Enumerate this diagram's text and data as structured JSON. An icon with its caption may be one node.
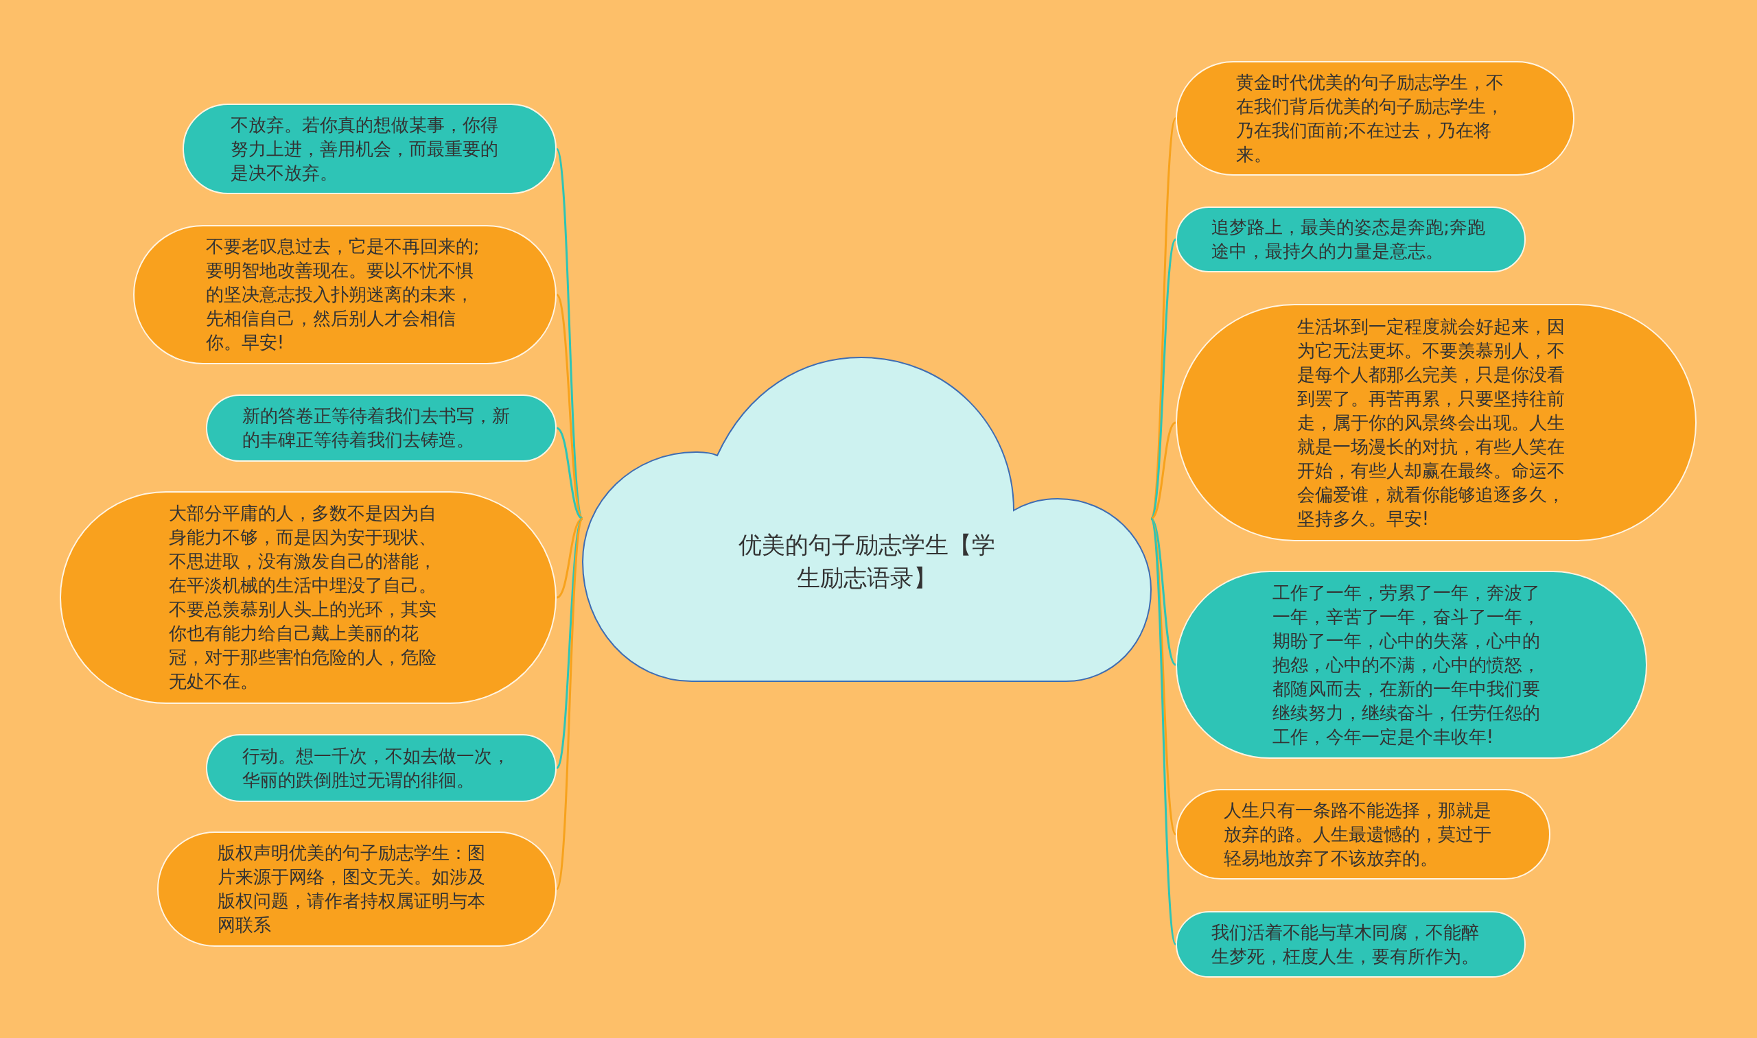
{
  "diagram": {
    "nodes": [
      {
        "text": [
          "优美的句子励志学生【学生励志语录】"
        ]
      },
      {
        "text": [
          "不放弃。若你真的想做某事，你得努力上进，善用机会，而最重要的是决不放弃。"
        ]
      },
      {
        "text": [
          "不要老叹息过去，它是不再回来的;要明智地改善现在。要以不忧不惧的坚决意志投入扑朔迷离的未来，先相信自己，然后别人才会相信你。早安!"
        ]
      },
      {
        "text": [
          "新的答卷正等待着我们去书写，新的丰碑正等待着我们去铸造。"
        ]
      },
      {
        "text": [
          "大部分平庸的人，多数不是因为自身能力不够，而是因为安于现状、不思进取，没有激发自己的潜能，在平淡机械的生活中埋没了自己。不要总羡慕别人头上的光环，其实你也有能力给自己戴上美丽的花冠，对于那些害怕危险的人，危险无处不在。"
        ]
      },
      {
        "text": [
          "行动。想一千次，不如去做一次，华丽的跌倒胜过无谓的徘徊。"
        ]
      },
      {
        "text": [
          "版权声明优美的句子励志学生：图片来源于网络，图文无关。如涉及版权问题，请作者持权属证明与本网联系"
        ]
      },
      {
        "text": [
          "黄金时代优美的句子励志学生，不在我们背后优美的句子励志学生，乃在我们面前;不在过去，乃在将来。"
        ]
      },
      {
        "text": [
          "追梦路上，最美的姿态是奔跑;奔跑途中，最持久的力量是意志。"
        ]
      },
      {
        "text": [
          "生活坏到一定程度就会好起来，因为它无法更坏。不要羡慕别人，不是每个人都那么完美，只是你没看到罢了。再苦再累，只要坚持往前走，属于你的风景终会出现。人生就是一场漫长的对抗，有些人笑在开始，有些人却赢在最终。命运不会偏爱谁，就看你能够追逐多久，坚持多久。早安!"
        ]
      },
      {
        "text": [
          "工作了一年，劳累了一年，奔波了一年，辛苦了一年，奋斗了一年，期盼了一年，心中的失落，心中的抱怨，心中的不满，心中的愤怒，都随风而去，在新的一年中我们要继续努力，继续奋斗，任劳任怨的工作，今年一定是个丰收年!"
        ]
      },
      {
        "text": [
          "人生只有一条路不能选择，那就是放弃的路。人生最遗憾的，莫过于轻易地放弃了不该放弃的。"
        ]
      },
      {
        "text": [
          "我们活着不能与草木同腐，不能醉生梦死，枉度人生，要有所作为。"
        ]
      }
    ],
    "edges": [
      {
        "from": 0,
        "to": 1,
        "arrow": "none",
        "color": "#2ec4b6"
      },
      {
        "from": 0,
        "to": 2,
        "arrow": "none",
        "color": "#f7a21c"
      },
      {
        "from": 0,
        "to": 3,
        "arrow": "none",
        "color": "#2ec4b6"
      },
      {
        "from": 0,
        "to": 4,
        "arrow": "none",
        "color": "#f7a21c"
      },
      {
        "from": 0,
        "to": 5,
        "arrow": "none",
        "color": "#2ec4b6"
      },
      {
        "from": 0,
        "to": 6,
        "arrow": "none",
        "color": "#f7a21c"
      },
      {
        "from": 0,
        "to": 7,
        "arrow": "none",
        "color": "#f7a21c"
      },
      {
        "from": 0,
        "to": 8,
        "arrow": "none",
        "color": "#2ec4b6"
      },
      {
        "from": 0,
        "to": 9,
        "arrow": "none",
        "color": "#f7a21c"
      },
      {
        "from": 0,
        "to": 10,
        "arrow": "none",
        "color": "#2ec4b6"
      },
      {
        "from": 0,
        "to": 11,
        "arrow": "none",
        "color": "#f7a21c"
      },
      {
        "from": 0,
        "to": 12,
        "arrow": "none",
        "color": "#2ec4b6"
      }
    ]
  }
}
